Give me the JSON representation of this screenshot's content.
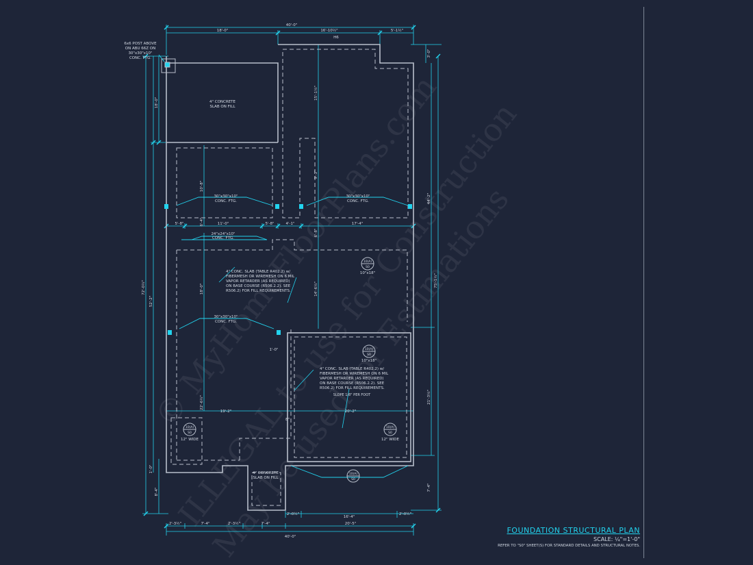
{
  "plan": {
    "title": "FOUNDATION STRUCTURAL PLAN",
    "scale": "SCALE: ¼\"=1'-0\"",
    "note": "REFER TO \"S0\" SHEET(S) FOR STANDARD DETAILS AND STRUCTURAL NOTES."
  },
  "watermark": {
    "line1": "© MyHomeFloorPlans.com",
    "line2": "ILLEGAL to use for Construction",
    "line3": "May be used for Estimations"
  },
  "dimensions": {
    "top_overall": "40'-0\"",
    "top_left": "18'-0\"",
    "top_mid": "16'-10½\"",
    "top_right": "5'-1½\"",
    "bottom_overall": "40'-0\"",
    "bottom_row1_a": "2'-3½\"",
    "bottom_row1_b": "7'-4\"",
    "bottom_row1_c": "2'-3½\"",
    "bottom_row1_d": "7'-4\"",
    "bottom_row1_e": "20'-5\"",
    "bottom_row2_a": "2'-0½\"",
    "bottom_row2_b": "16'-4\"",
    "bottom_row2_c": "2'-0½\"",
    "left_overall": "72'-0½\"",
    "left_sub": "52'-2\"",
    "left_top": "18'-0\"",
    "left_bot1": "8'-4\"",
    "left_bot2": "1'-0\"",
    "right_overall": "75'-1½\"",
    "right_top": "44'-2\"",
    "right_sub": "3'-0\"",
    "right_mid": "21'-3½\"",
    "right_bot": "7'-4\"",
    "mid_row": [
      "5'-8\"",
      "11'-0\"",
      "5'-8\"",
      "4'-1\"",
      "17'-4\""
    ],
    "v_10_8": "10'-8\"",
    "v_6_4": "6'-4\"",
    "v_15_1": "15'-1½\"",
    "v_9_1": "9'-1\"",
    "v_6_8": "6'-8\"",
    "v_14_6": "14'-6½\"",
    "v_18_0": "18'-0\"",
    "v_22_6": "22'-6½\"",
    "h_19_2": "19'-2\"",
    "h_20_2": "20'-2\"",
    "h_1_0": "1'-0\"",
    "h_8": "8\"",
    "marker_top": "H6"
  },
  "labels": {
    "post": [
      "6x6 POST ABOVE",
      "ON ABU 66Z ON",
      "30\"x30\"x10\"",
      "CONC. FTG."
    ],
    "slab_top": [
      "4\" CONCRETE",
      "SLAB ON FILL"
    ],
    "slab_bottom": [
      "4\" CONCRETE",
      "SLAB ON FILL"
    ],
    "ftg1": [
      "30\"x30\"x10\"",
      "CONC. FTG."
    ],
    "ftg2": [
      "30\"x30\"x10\"",
      "CONC. FTG."
    ],
    "ftg3": [
      "24\"x24\"x10\"",
      "CONC. FTG."
    ],
    "ftg4": [
      "30\"x30\"x10\"",
      "CONC. FTG."
    ],
    "slab_note1": [
      "4\" CONC. SLAB (TABLE R402.2) w/",
      "FIBERMESH OR WIREMESH ON 6 MIL",
      "VAPOR RETARDER (AS REQUIRED)",
      "ON BASE COURSE (R506.2.2). SEE",
      "R506.2) FOR FILL REQUIREMENTS."
    ],
    "slab_note2": [
      "4\" CONC. SLAB (TABLE R402.2) w/",
      "FIBERMESH OR WIREMESH ON 6 MIL",
      "VAPOR RETARDER (AS REQUIRED)",
      "ON BASE COURSE (R506.2.2). SEE",
      "R506.2) FOR FILL REQUIREMENTS."
    ],
    "slope": "SLOPE 1/8\" PER FOOT",
    "beam1": "10\"x18\"",
    "beam2": "10\"x18\"",
    "wide1": "12\" WIDE",
    "wide2": "12\" WIDE"
  },
  "tags": [
    {
      "top": "10(A)",
      "bottom": "S0"
    },
    {
      "top": "10(A)",
      "bottom": "S0"
    },
    {
      "top": "10(A)",
      "bottom": "S0"
    },
    {
      "top": "10(A)",
      "bottom": "S0"
    },
    {
      "top": "10(A)",
      "bottom": "S0"
    }
  ],
  "colors": {
    "background": "#1e2538",
    "wall": "#b9c0cc",
    "dimension": "#22d3ee",
    "text": "#d6dce6"
  }
}
